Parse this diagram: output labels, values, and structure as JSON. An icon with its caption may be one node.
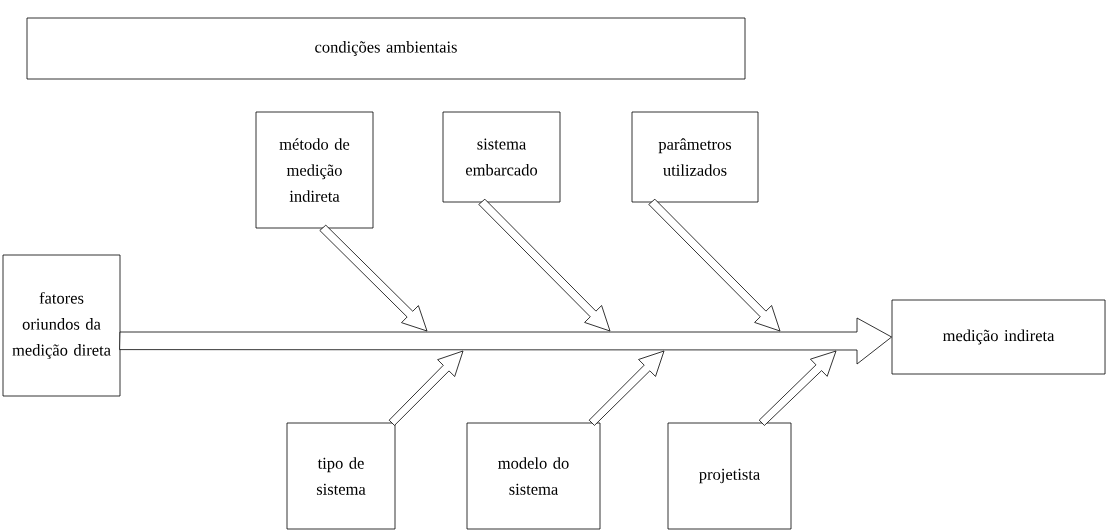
{
  "diagram": {
    "nodes": [
      {
        "text": [
          "condições ambientais"
        ]
      },
      {
        "text": [
          "método de medição indireta"
        ]
      },
      {
        "text": [
          "sistema embarcado"
        ]
      },
      {
        "text": [
          "parâmetros utilizados"
        ]
      },
      {
        "text": [
          "fatores oriundos da medição direta"
        ]
      },
      {
        "text": [
          "medição indireta"
        ]
      },
      {
        "text": [
          "tipo de sistema"
        ]
      },
      {
        "text": [
          "modelo do sistema"
        ]
      },
      {
        "text": [
          "projetista"
        ]
      }
    ],
    "edges": [
      {
        "from": 4,
        "to": 5,
        "arrow": "to"
      },
      {
        "from": 1,
        "to": null,
        "arrow": "to"
      },
      {
        "from": 2,
        "to": null,
        "arrow": "to"
      },
      {
        "from": 3,
        "to": null,
        "arrow": "to"
      },
      {
        "from": 6,
        "to": null,
        "arrow": "to"
      },
      {
        "from": 7,
        "to": null,
        "arrow": "to"
      },
      {
        "from": 8,
        "to": null,
        "arrow": "to"
      }
    ]
  }
}
